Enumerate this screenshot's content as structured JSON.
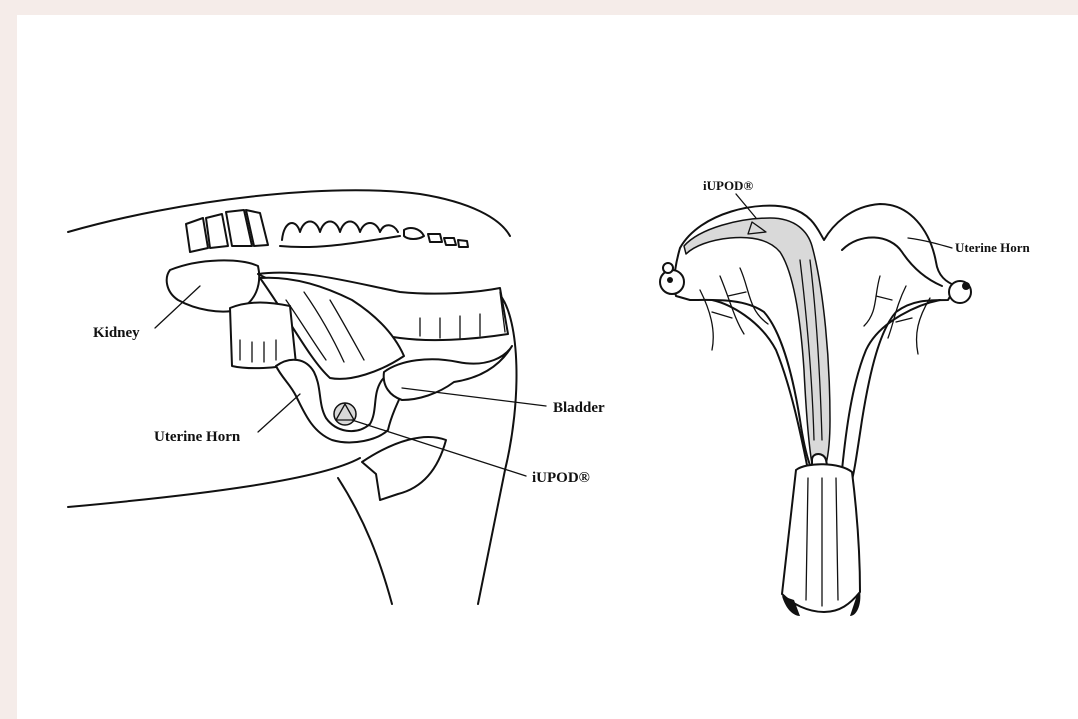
{
  "colors": {
    "background_border": "#f5ece9",
    "panel": "#ffffff",
    "ink": "#111111"
  },
  "lateral_view": {
    "labels": {
      "kidney": "Kidney",
      "uterine_horn": "Uterine Horn",
      "bladder": "Bladder",
      "device": "iUPOD®"
    }
  },
  "dorsal_view": {
    "labels": {
      "device": "iUPOD®",
      "uterine_horn": "Uterine Horn"
    }
  }
}
